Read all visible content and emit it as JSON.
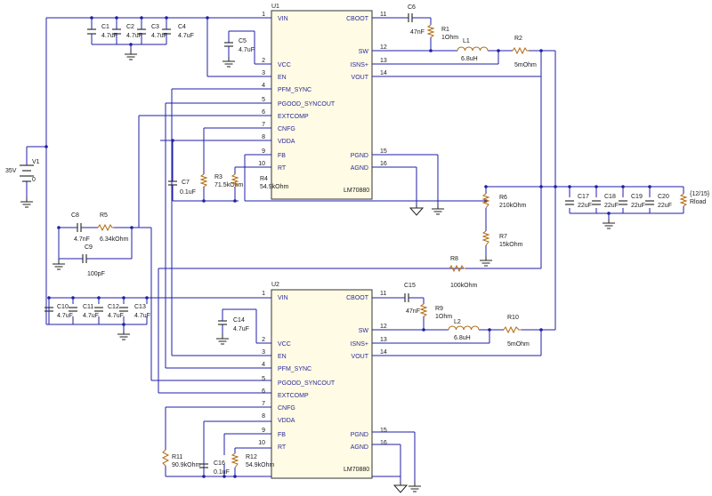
{
  "source": {
    "voltage": "35V",
    "name": "V1",
    "ground_label": "0"
  },
  "u1": {
    "ref": "U1",
    "part": "LM70880",
    "left_pins": [
      {
        "num": "1",
        "name": "VIN"
      },
      {
        "num": "2",
        "name": "VCC"
      },
      {
        "num": "3",
        "name": "EN"
      },
      {
        "num": "4",
        "name": "PFM_SYNC"
      },
      {
        "num": "5",
        "name": "PGOOD_SYNCOUT"
      },
      {
        "num": "6",
        "name": "EXTCOMP"
      },
      {
        "num": "7",
        "name": "CNFG"
      },
      {
        "num": "8",
        "name": "VDDA"
      },
      {
        "num": "9",
        "name": "FB"
      },
      {
        "num": "10",
        "name": "RT"
      }
    ],
    "right_pins": [
      {
        "num": "11",
        "name": "CBOOT"
      },
      {
        "num": "12",
        "name": "SW"
      },
      {
        "num": "13",
        "name": "ISNS+"
      },
      {
        "num": "14",
        "name": "VOUT"
      },
      {
        "num": "15",
        "name": "PGND"
      },
      {
        "num": "16",
        "name": "AGND"
      }
    ]
  },
  "u2": {
    "ref": "U2",
    "part": "LM70880",
    "left_pins": [
      {
        "num": "1",
        "name": "VIN"
      },
      {
        "num": "2",
        "name": "VCC"
      },
      {
        "num": "3",
        "name": "EN"
      },
      {
        "num": "4",
        "name": "PFM_SYNC"
      },
      {
        "num": "5",
        "name": "PGOOD_SYNCOUT"
      },
      {
        "num": "6",
        "name": "EXTCOMP"
      },
      {
        "num": "7",
        "name": "CNFG"
      },
      {
        "num": "8",
        "name": "VDDA"
      },
      {
        "num": "9",
        "name": "FB"
      },
      {
        "num": "10",
        "name": "RT"
      }
    ],
    "right_pins": [
      {
        "num": "11",
        "name": "CBOOT"
      },
      {
        "num": "12",
        "name": "SW"
      },
      {
        "num": "13",
        "name": "ISNS+"
      },
      {
        "num": "14",
        "name": "VOUT"
      },
      {
        "num": "15",
        "name": "PGND"
      },
      {
        "num": "16",
        "name": "AGND"
      }
    ]
  },
  "components": {
    "C1": {
      "ref": "C1",
      "value": "4.7uF"
    },
    "C2": {
      "ref": "C2",
      "value": "4.7uF"
    },
    "C3": {
      "ref": "C3",
      "value": "4.7uF"
    },
    "C4": {
      "ref": "C4",
      "value": "4.7uF"
    },
    "C5": {
      "ref": "C5",
      "value": "4.7uF"
    },
    "C6": {
      "ref": "C6",
      "value": "47nF"
    },
    "R1": {
      "ref": "R1",
      "value": "1Ohm"
    },
    "L1": {
      "ref": "L1",
      "value": "6.8uH"
    },
    "R2": {
      "ref": "R2",
      "value": "5mOhm"
    },
    "C7": {
      "ref": "C7",
      "value": "0.1uF"
    },
    "R3": {
      "ref": "R3",
      "value": "71.5kOhm"
    },
    "R4": {
      "ref": "R4",
      "value": "54.9kOhm"
    },
    "C8": {
      "ref": "C8",
      "value": "4.7nF"
    },
    "R5": {
      "ref": "R5",
      "value": "6.34kOhm"
    },
    "C9": {
      "ref": "C9",
      "value": "100pF"
    },
    "R6": {
      "ref": "R6",
      "value": "210kOhm"
    },
    "R7": {
      "ref": "R7",
      "value": "15kOhm"
    },
    "R8": {
      "ref": "R8",
      "value": "100kOhm"
    },
    "C17": {
      "ref": "C17",
      "value": "22uF"
    },
    "C18": {
      "ref": "C18",
      "value": "22uF"
    },
    "C19": {
      "ref": "C19",
      "value": "22uF"
    },
    "C20": {
      "ref": "C20",
      "value": "22uF"
    },
    "C10": {
      "ref": "C10",
      "value": "4.7uF"
    },
    "C11": {
      "ref": "C11",
      "value": "4.7uF"
    },
    "C12": {
      "ref": "C12",
      "value": "4.7uF"
    },
    "C13": {
      "ref": "C13",
      "value": "4.7uF"
    },
    "C14": {
      "ref": "C14",
      "value": "4.7uF"
    },
    "C15": {
      "ref": "C15",
      "value": "47nF"
    },
    "R9": {
      "ref": "R9",
      "value": "1Ohm"
    },
    "L2": {
      "ref": "L2",
      "value": "6.8uH"
    },
    "R10": {
      "ref": "R10",
      "value": "5mOhm"
    },
    "R11": {
      "ref": "R11",
      "value": "90.9kOhm"
    },
    "C16": {
      "ref": "C16",
      "value": "0.1uF"
    },
    "R12": {
      "ref": "R12",
      "value": "54.9kOhm"
    }
  },
  "load": {
    "name": "Rload",
    "value": "{12/15}"
  }
}
